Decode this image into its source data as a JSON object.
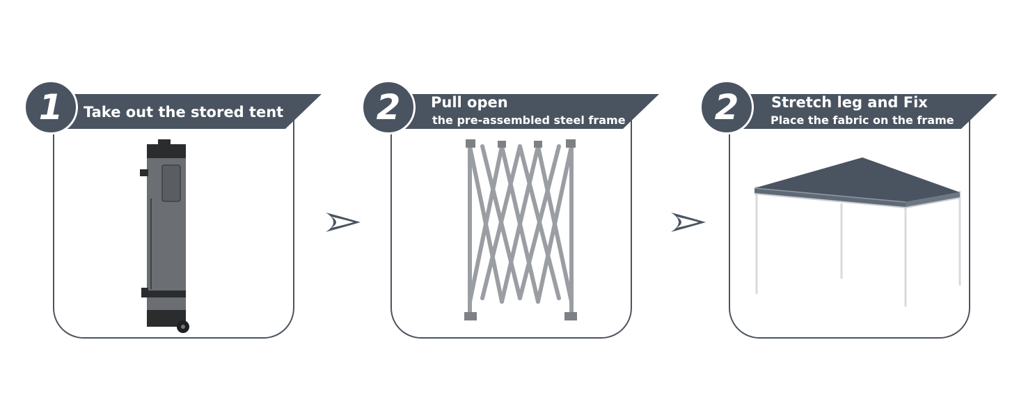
{
  "steps": [
    {
      "number": "1",
      "title": "Take out the stored tent",
      "subtitle": ""
    },
    {
      "number": "2",
      "title": "Pull open",
      "subtitle": "the pre-assembled steel frame"
    },
    {
      "number": "2",
      "title": "Stretch leg and Fix",
      "subtitle": "Place the fabric on the frame"
    }
  ],
  "icons": {
    "step1": "rolling-tent-bag-icon",
    "step2": "folded-steel-frame-icon",
    "step3": "canopy-tent-icon",
    "arrows": "chevron-right-arrow-icon"
  },
  "colors": {
    "accent": "#4a5460",
    "background": "#ffffff"
  }
}
